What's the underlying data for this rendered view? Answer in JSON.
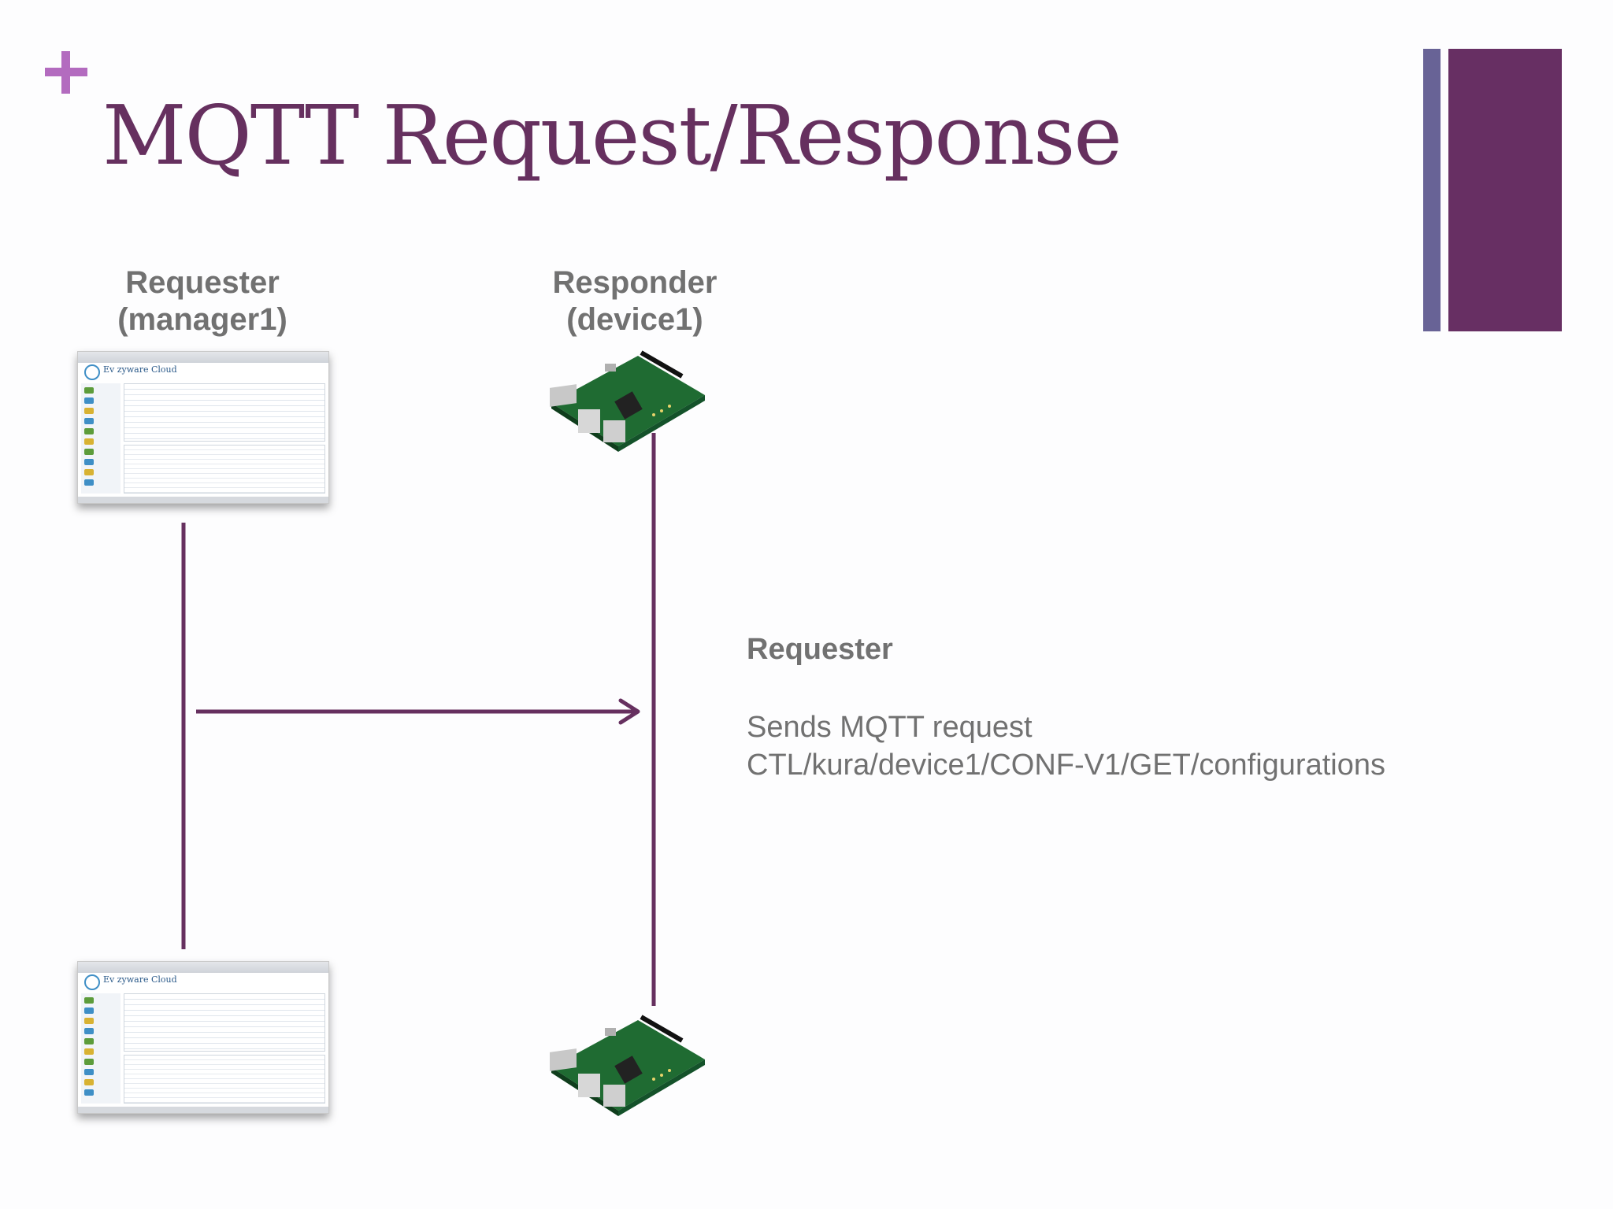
{
  "slide": {
    "title": "MQTT Request/Response",
    "accent_color": "#b36bbf",
    "title_color": "#66305f",
    "bar_colors": [
      "#686396",
      "#672f63"
    ]
  },
  "nodes": {
    "requester": {
      "line1": "Requester",
      "line2": "(manager1)"
    },
    "responder": {
      "line1": "Responder",
      "line2": "(device1)"
    }
  },
  "screenshot": {
    "logo_text": "Ev  zyware Cloud"
  },
  "note": {
    "title": "Requester",
    "line1": "Sends MQTT request",
    "line2": "CTL/kura/device1/CONF-V1/GET/configurations"
  },
  "lines_color": "#66305f"
}
